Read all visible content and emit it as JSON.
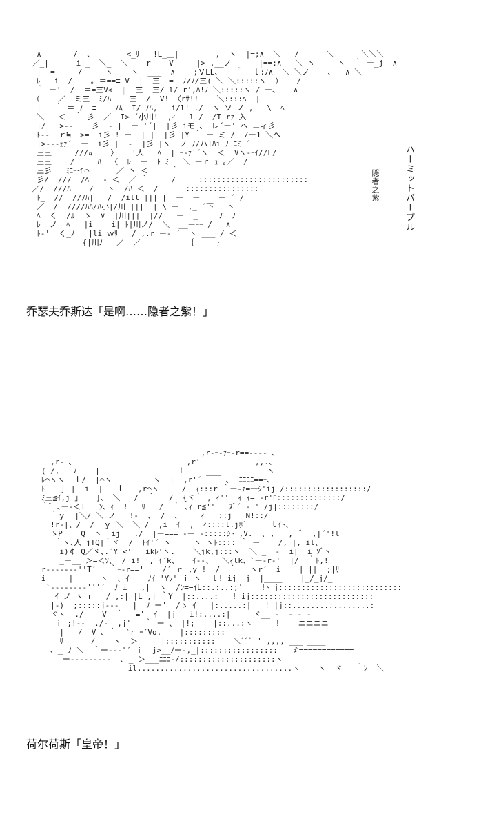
{
  "panels": [
    {
      "dialogue": "乔瑟夫乔斯达「是啊……隐者之紫！」",
      "vertical_caption": "ハーミットパープル",
      "vertical_caption_sub": "隠者之紫",
      "ascii_art": "  ∧       /  、       <_ﾘ   !L_＿|        ,  ヽ  |=;∧  ＼   /      ＼      ＼＼＼\n ／_|      i|_  ＼_  ＼    r    V     |> ,__ノ      |==:∧   ＼ ヽ     ヽ  ｀ ー_j  ∧\n  |  =     /     ヽ    ヽ  ___  ∧    ;ＶLL、   ｀  ｌ:ﾉ∧  ＼ ＼ノ    ､   ∧ ＼\n  ﾚ   i  /    ｡ ＝==≡ V  |  三  =  ﾉ/ﾉ/三( ＼ ＼:::::ヽ  ）   /\n  ｀ ー'  /  ＝=三V<  ‖  三  三/ l/ r',ﾊ!ﾉ ＼:::::ヽ / ー、   ∧\n （    ／  ミ三  ﾐ/ﾊ    三  /  V! 〈rｻ!!    ＼::::ﾍ  |\n  |   ｀ ＝ ﾉ  ≡    ﾉﾑ  I/ ﾉﾊ,   i/l! ./  ヽ ソ ノ ,   \\  ﾍ\n  ＼   ＜  ｀ 彡  ／  I> ´小川!  ,ｨ  _l_/_ /T_rｧ 入\n  |/   >--    彡  ‐ |  ー '´|  |彡 iモ 、 レ´ー' ヘ_ニィ彡\n  ﾄ--  ｒ≒  >=  i彡 ! ー  | |  |彡 |Y ｀ ー ミ_/  /ー1 ＼ヘ\n  |>---ｪｧ´  ー  i彡 |  ‐  |彡 |ヽ _ノ ﾉ/ハIﾊi ﾉ ﾆﾐ ´\n  三三     ///ﾑ    〉   !人   ﾍ  | ｰ-ｧ'´ヽ__＜  Vヽ-ｰｲ//L/\n  三三    /     ﾊ  〈  ﾚ  ー  ﾄ ﾐ   ＼_ーｒ_ｭ ｡／  /\n  三彡   ﾐﾆｰイ⌒      ／ 丶 ＜     ｀\n  彡/  ///  /ﾍ   ‐ ＜  ／ ｀     /  _  ::::::::::::::::::::::::\n ／/  ///ﾊ    /   ヽ  /ﾊ ＜  /  ____::::::::::::::::\n  ﾄ_  //  //ﾉﾊ|   /  /ill ||| |  ー  ー    ー ´ /\n  ／  /  ////ﾊﾊ/ﾊ小|/川 |||  | \\ ー  ,_ ´下   ヽ\n  ﾍ  く  /ﾙ  ゝ  ∨  |川|||  |//   ー  _ ＿  ﾉ  ﾉ\n  ﾚ  ノ  ﾍ   |i    i| ﾄ|川ノ/  ＼  __ーｰｰ /   ∧\n  ﾄ‐'  く_ﾉ   |li ｗﾘ   / ,.r ー‐ ´  ヽ ___ / ＜\n            {|川ﾉ   ／  ／          ｛     ｝"
    },
    {
      "dialogue": "荷尔荷斯「皇帝！」",
      "ascii_art": "                                      ,r‐ｰ‐ｧｰ-r==---- 、\n     ,r- ､                         ,r'            ,,.、\n   ( /,__ ﾉ    |                 ｉ                  ヽ\n   ﾚ⌒ヽヽ  ｌ/  |⌒ヽ         ヽ  |  ,r'´ ￣￣ ､_ ﾆﾆﾆﾆ==ｰ、\n   ﾄ_ _ｊ |  i  |   ｌ   ,r⌒ヽ     /  ｨ:::r ｀ー-ｧ=ｰｰｼ'ij /::::::::::::::::::/\n   ﾐ三≦ｲ,j_」   ]、 ＼   /  ｀   /  {ヾ｀ , ｨ''  ｨ ｨ=¨‐r'ﾛ::::::::::::::/\n   ｀ﾞ ､ー-＜T   ﾝ、ｨ  !   ﾘ   /  ｀ ､ｨ r≦'' ¨ ｽﾞ´ ‐ ' /j|::::::::/\n     ｀ｙ  |＼/ ＼ ノ   !‐  ､  /  ､     ｨ   ::j   N!::/\n     !r‐|、/  /  ｙ ＼  ＼ /  ,i  ｲ  ,  ｨ::::l.jﾎ`     ｌｲﾄ、\n     ゝP    Q  ヽ  ij   ./  |ー=== ‐ー ‐:::::ｼﾄ ,V.  ､ , _ ,  ﾞ  ,|´'!l\n      ｀ヽ､人 jTQ|｀ヾ  /  ﾄｲ'´ ヽ     ヽ ヽﾄ:::: ｀ ー    /, |, il、\n       i)￠ Q／ヾ､.´Y <'   ikﾚ'ヽ.    ＼jk,j:::ヽ  ＼ _  ‐  i|  i ｿﾞヽ\n       _ー__ ＞=＜ｿ､  / i!  , ｲ´k、  ¨ｲ‐-、  ＼ｨlk、`ー-r-'  |/  ｀ﾄ,!\n   r-------''T´   ｀ｰ‐r=='    /´ ｒ ,y !  /  ｀   ヽr´  i    | ||  ;|ﾘ\n   i     |      ヽ  ､ ｲ    ﾉｲ 'Yｿ' ｉ ヽ  ｌ! ij  j  |____    |_/_j/_\n    `----‐‐‐‐'''´  ﾉ i   ,|  ヽ  /ﾝ=≡ｲL::.:..:;'    !ﾄ j:::::::::::::::::::::::::::\n      ｲ ノ ヽ r   / ,:| |L ,j ｀Y  |::....:   ! ij:::::::::::::::::::::::::::\n     |-)  ;:::::j---   |  ﾉ ー'  /ゝ ｲ   |:.....:|   ! |j::.................:\n     ヾヽ  ./    V  ｀＝ ≡'  ｲ  |j   i!:....:|     ヾ__ ‐  ‐ ‐ ‐\n      ｉ ;!--  ./-  ,j'   ｀ ー 、 |!;    |::...:ヽ     !    ニニニニ\n       |   /  V ､ ｀  `r ｰ´Vo.    |:::::::::\n       ﾘ      /    ヽ  ＞     |:::::::::::    ＼ﾞﾞﾞ ' ,,,, ___ ____\n     ､ _ ﾉ ＼  ｀ー---'´ ｉ  j>__ﾉー-,_|:::::::::::::::::   ゞ============\n      ｀ー---------  ､ _ ＞___ﾆﾆﾆ-/:::::::::::::::::::::ヽ\n                      il..................................ヽ    ヽ  ヾ   ｀ﾝ  ＼"
    }
  ]
}
